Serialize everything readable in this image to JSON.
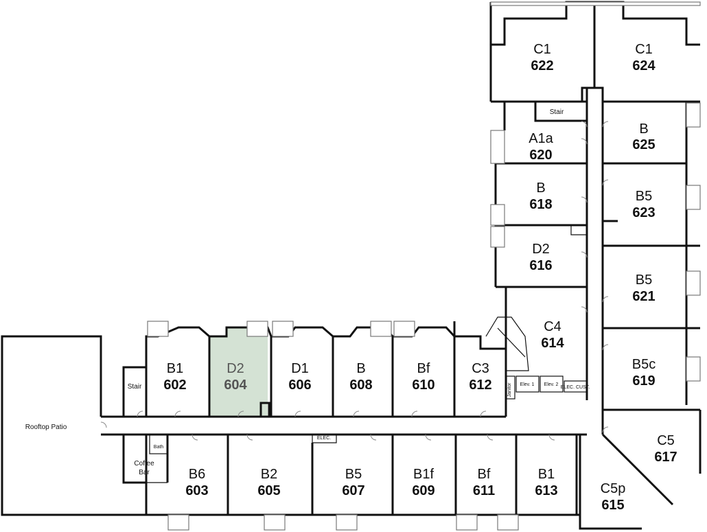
{
  "highlight_color": "#d4e2d4",
  "units": {
    "u622": {
      "type": "C1",
      "number": "622"
    },
    "u624": {
      "type": "C1",
      "number": "624"
    },
    "u620": {
      "type": "A1a",
      "number": "620"
    },
    "u625": {
      "type": "B",
      "number": "625"
    },
    "u618": {
      "type": "B",
      "number": "618"
    },
    "u623": {
      "type": "B5",
      "number": "623"
    },
    "u616": {
      "type": "D2",
      "number": "616"
    },
    "u621": {
      "type": "B5",
      "number": "621"
    },
    "u614": {
      "type": "C4",
      "number": "614"
    },
    "u619": {
      "type": "B5c",
      "number": "619"
    },
    "u617": {
      "type": "C5",
      "number": "617"
    },
    "u615": {
      "type": "C5p",
      "number": "615"
    },
    "u602": {
      "type": "B1",
      "number": "602"
    },
    "u604": {
      "type": "D2",
      "number": "604"
    },
    "u606": {
      "type": "D1",
      "number": "606"
    },
    "u608": {
      "type": "B",
      "number": "608"
    },
    "u610": {
      "type": "Bf",
      "number": "610"
    },
    "u612": {
      "type": "C3",
      "number": "612"
    },
    "u603": {
      "type": "B6",
      "number": "603"
    },
    "u605": {
      "type": "B2",
      "number": "605"
    },
    "u607": {
      "type": "B5",
      "number": "607"
    },
    "u609": {
      "type": "B1f",
      "number": "609"
    },
    "u611": {
      "type": "Bf",
      "number": "611"
    },
    "u613": {
      "type": "B1",
      "number": "613"
    }
  },
  "labels": {
    "stair_north": "Stair",
    "stair_west": "Stair",
    "rooftop_patio": "Rooftop Patio",
    "coffee_line1": "Coffee",
    "coffee_line2": "Bar",
    "bath": "Bath",
    "elev1": "Elev. 1",
    "elev2": "Elev. 2",
    "elec_cust": "ELEC. CUST.",
    "elec": "ELEC.",
    "janitor": "Janitor"
  }
}
